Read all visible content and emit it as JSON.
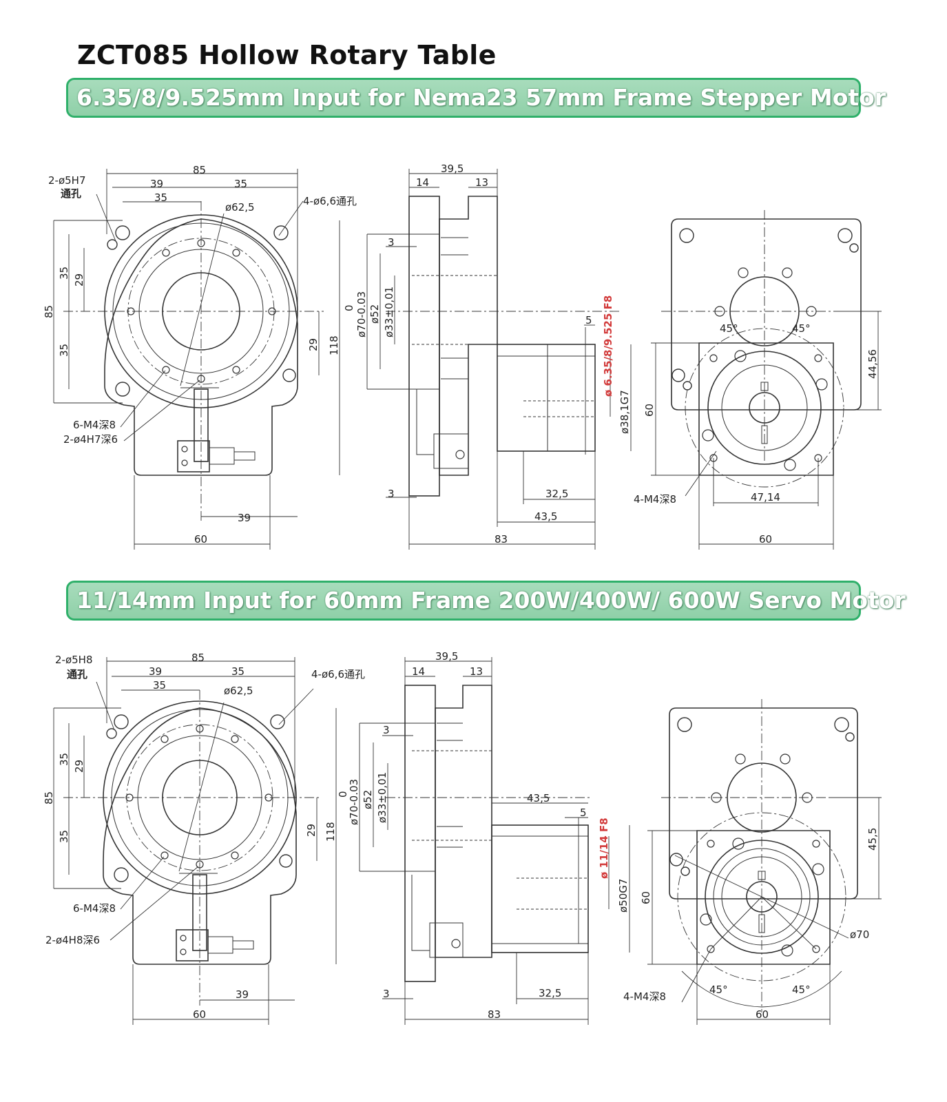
{
  "title": "ZCT085 Hollow Rotary Table",
  "banner1": "6.35/8/9.525mm Input for Nema23 57mm Frame Stepper Motor",
  "banner2": "11/14mm Input for 60mm Frame 200W/400W/ 600W Servo Motor",
  "colors": {
    "banner_border": "#2fb06a",
    "banner_fill": "#9dd7b4",
    "red_text": "#d23a3a",
    "line": "#333333"
  },
  "d1": {
    "front": {
      "pin": "2-ø5H7",
      "thru1": "通孔",
      "w85": "85",
      "w39": "39",
      "w35a": "35",
      "w35b": "35",
      "pcd": "ø62,5",
      "holes4": "4-ø6,6通孔",
      "h85": "85",
      "h35a": "35",
      "h29a": "29",
      "h35b": "35",
      "h29b": "29",
      "h118": "118",
      "m4": "6-M4深8",
      "pin2": "2-ø4H7深6",
      "b39": "39",
      "b60": "60"
    },
    "side": {
      "w395": "39,5",
      "w14": "14",
      "w13": "13",
      "t3a": "3",
      "zero": "0",
      "d70": "ø70-0.03",
      "d52": "ø52",
      "d33": "ø33±0,01",
      "t5": "5",
      "bore": "ø 6.35/8/9.525 F8",
      "d38": "ø38,1G7",
      "t3b": "3",
      "l325": "32,5",
      "l435": "43,5",
      "l83": "83"
    },
    "back": {
      "a45a": "45°",
      "a45b": "45°",
      "h4456": "44,56",
      "h60": "60",
      "m4": "4-M4深8",
      "w4714": "47,14",
      "w60": "60"
    }
  },
  "d2": {
    "front": {
      "pin": "2-ø5H8",
      "thru1": "通孔",
      "w85": "85",
      "w39": "39",
      "w35a": "35",
      "w35b": "35",
      "pcd": "ø62,5",
      "holes4": "4-ø6,6通孔",
      "h85": "85",
      "h35a": "35",
      "h29a": "29",
      "h35b": "35",
      "h29b": "29",
      "h118": "118",
      "m4": "6-M4深8",
      "pin2": "2-ø4H8深6",
      "b39": "39",
      "b60": "60"
    },
    "side": {
      "w395": "39,5",
      "w14": "14",
      "w13": "13",
      "t3a": "3",
      "zero": "0",
      "d70": "ø70-0.03",
      "d52": "ø52",
      "d33": "ø33±0,01",
      "l435t": "43,5",
      "t5": "5",
      "bore": "ø 11/14 F8",
      "d50": "ø50G7",
      "t3b": "3",
      "l325": "32,5",
      "l83": "83"
    },
    "back": {
      "h455": "45,5",
      "h60": "60",
      "d70": "ø70",
      "m4": "4-M4深8",
      "a45a": "45°",
      "a45b": "45°",
      "w60": "60"
    }
  }
}
